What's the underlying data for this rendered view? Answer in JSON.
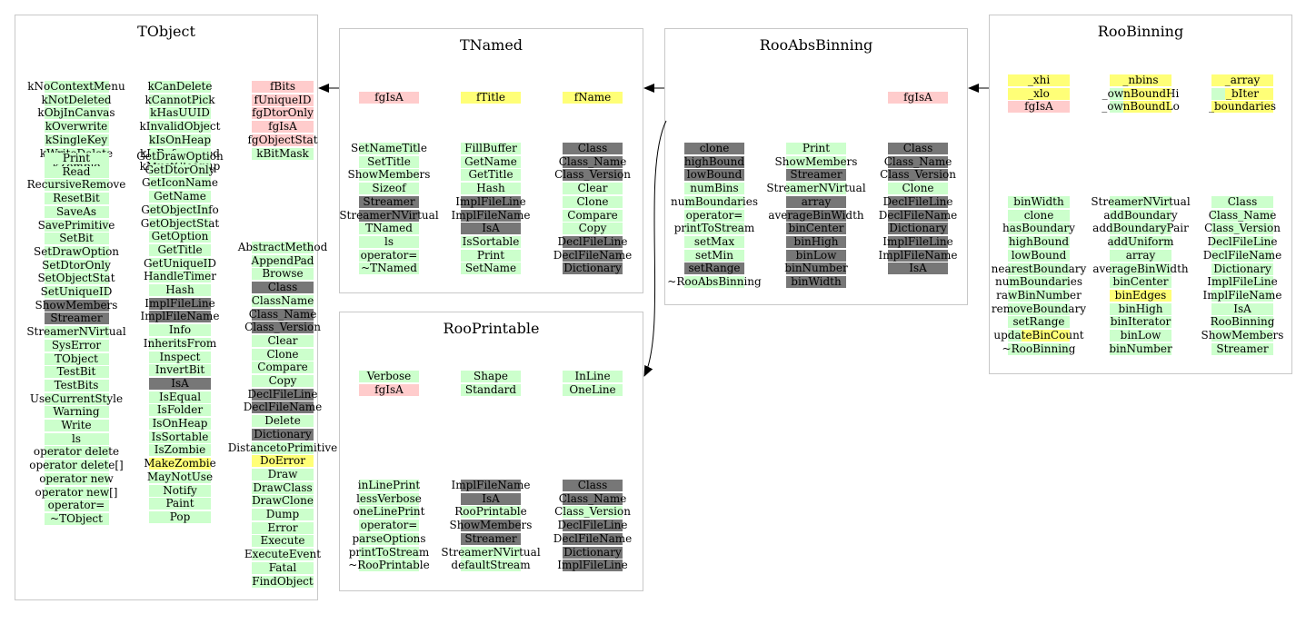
{
  "colors": {
    "green": "#ccffcc",
    "pink": "#ffcccc",
    "yellow": "#ffff77",
    "gray": "#777777",
    "border": "#c8c8c8"
  },
  "boxes": [
    {
      "id": "tobject",
      "title": "TObject",
      "columns": [
        {
          "groups": [
            [
              "kNoContextMenu:g",
              "kNotDeleted:g",
              "kObjInCanvas:g",
              "kOverwrite:g",
              "kSingleKey:g",
              "kWriteDelete:g",
              "kZombie:g"
            ],
            [
              "Print:g",
              "Read:g",
              "RecursiveRemove:g",
              "ResetBit:g",
              "SaveAs:g",
              "SavePrimitive:g",
              "SetBit:g",
              "SetDrawOption:g",
              "SetDtorOnly:g",
              "SetObjectStat:g",
              "SetUniqueID:g",
              "ShowMembers:x",
              "Streamer:x",
              "StreamerNVirtual:g",
              "SysError:g",
              "TObject:g",
              "TestBit:g",
              "TestBits:g",
              "UseCurrentStyle:g",
              "Warning:g",
              "Write:g",
              "ls:g",
              "operator delete:g",
              "operator delete[]:g",
              "operator new:g",
              "operator new[]:g",
              "operator=:g",
              "~TObject:g"
            ]
          ]
        },
        {
          "groups": [
            [
              "kCanDelete:g",
              "kCannotPick:g",
              "kHasUUID:g",
              "kInvalidObject:g",
              "kIsOnHeap:g",
              "kIsReferenced:g",
              "kMustCleanup:g"
            ],
            [
              "GetDrawOption:g",
              "GetDtorOnly:g",
              "GetIconName:g",
              "GetName:g",
              "GetObjectInfo:g",
              "GetObjectStat:g",
              "GetOption:g",
              "GetTitle:g",
              "GetUniqueID:g",
              "HandleTimer:g",
              "Hash:g",
              "ImplFileLine:x",
              "ImplFileName:x",
              "Info:g",
              "InheritsFrom:g",
              "Inspect:g",
              "InvertBit:g",
              "IsA:x",
              "IsEqual:g",
              "IsFolder:g",
              "IsOnHeap:g",
              "IsSortable:g",
              "IsZombie:g",
              "MakeZombie:y",
              "MayNotUse:g",
              "Notify:g",
              "Paint:g",
              "Pop:g"
            ]
          ]
        },
        {
          "groups": [
            [
              "fBits:p",
              "fUniqueID:p",
              "fgDtorOnly:p",
              "fgIsA:p",
              "fgObjectStat:p",
              "kBitMask:g"
            ],
            [
              "AbstractMethod:g",
              "AppendPad:g",
              "Browse:g",
              "Class:x",
              "ClassName:g",
              "Class_Name:x",
              "Class_Version:x",
              "Clear:g",
              "Clone:g",
              "Compare:g",
              "Copy:g",
              "DeclFileLine:x",
              "DeclFileName:x",
              "Delete:g",
              "Dictionary:x",
              "DistancetoPrimitive:g",
              "DoError:y",
              "Draw:g",
              "DrawClass:g",
              "DrawClone:g",
              "Dump:g",
              "Error:g",
              "Execute:g",
              "ExecuteEvent:g",
              "Fatal:g",
              "FindObject:g"
            ]
          ]
        }
      ]
    },
    {
      "id": "tnamed",
      "title": "TNamed",
      "columns": [
        {
          "groups": [
            [
              "fgIsA:p"
            ],
            [
              "SetNameTitle:g",
              "SetTitle:g",
              "ShowMembers:g",
              "Sizeof:g",
              "Streamer:x",
              "StreamerNVirtual:x",
              "TNamed:g",
              "ls:g",
              "operator=:g",
              "~TNamed:g"
            ]
          ]
        },
        {
          "groups": [
            [
              "fTitle:y"
            ],
            [
              "FillBuffer:g",
              "GetName:g",
              "GetTitle:g",
              "Hash:g",
              "ImplFileLine:x",
              "ImplFileName:x",
              "IsA:x",
              "IsSortable:g",
              "Print:g",
              "SetName:g"
            ]
          ]
        },
        {
          "groups": [
            [
              "fName:y"
            ],
            [
              "Class:x",
              "Class_Name:x",
              "Class_Version:x",
              "Clear:g",
              "Clone:g",
              "Compare:g",
              "Copy:g",
              "DeclFileLine:x",
              "DeclFileName:x",
              "Dictionary:x"
            ]
          ]
        }
      ]
    },
    {
      "id": "rooabsbinning",
      "title": "RooAbsBinning",
      "columns": [
        {
          "groups": [
            [],
            [
              "clone:x",
              "highBound:x",
              "lowBound:x",
              "numBins:g",
              "numBoundaries:g",
              "operator=:g",
              "printToStream:g",
              "setMax:g",
              "setMin:g",
              "setRange:x",
              "~RooAbsBinning:g"
            ]
          ]
        },
        {
          "groups": [
            [],
            [
              "Print:g",
              "ShowMembers:g",
              "Streamer:x",
              "StreamerNVirtual:g",
              "array:x",
              "averageBinWidth:x",
              "binCenter:x",
              "binHigh:x",
              "binLow:x",
              "binNumber:x",
              "binWidth:x"
            ]
          ]
        },
        {
          "groups": [
            [
              "fgIsA:p"
            ],
            [
              "Class:x",
              "Class_Name:x",
              "Class_Version:x",
              "Clone:g",
              "DeclFileLine:x",
              "DeclFileName:x",
              "Dictionary:x",
              "ImplFileLine:x",
              "ImplFileName:x",
              "IsA:x"
            ]
          ]
        }
      ]
    },
    {
      "id": "roobinning",
      "title": "RooBinning",
      "columns": [
        {
          "groups": [
            [
              "_xhi:y",
              "_xlo:y",
              "fgIsA:p"
            ],
            [
              "binWidth:g",
              "clone:g",
              "hasBoundary:g",
              "highBound:g",
              "lowBound:g",
              "nearestBoundary:g",
              "numBoundaries:g",
              "rawBinNumber:g",
              "removeBoundary:g",
              "setRange:g",
              "updateBinCount:gy",
              "~RooBinning:g"
            ]
          ]
        },
        {
          "groups": [
            [
              "_nbins:y",
              "_ownBoundHi:gy",
              "_ownBoundLo:gy"
            ],
            [
              "StreamerNVirtual:g",
              "addBoundary:g",
              "addBoundaryPair:g",
              "addUniform:g",
              "array:g",
              "averageBinWidth:g",
              "binCenter:g",
              "binEdges:y",
              "binHigh:g",
              "binIterator:g",
              "binLow:g",
              "binNumber:g"
            ]
          ]
        },
        {
          "groups": [
            [
              "_array:y",
              "_bIter:gy",
              "_boundaries:y"
            ],
            [
              "Class:g",
              "Class_Name:g",
              "Class_Version:g",
              "DeclFileLine:g",
              "DeclFileName:g",
              "Dictionary:g",
              "ImplFileLine:g",
              "ImplFileName:g",
              "IsA:g",
              "RooBinning:g",
              "ShowMembers:g",
              "Streamer:g"
            ]
          ]
        }
      ]
    },
    {
      "id": "rooprintable",
      "title": "RooPrintable",
      "columns": [
        {
          "groups": [
            [
              "Verbose:g",
              "fgIsA:p"
            ],
            [
              "inLinePrint:g",
              "lessVerbose:g",
              "oneLinePrint:g",
              "operator=:g",
              "parseOptions:g",
              "printToStream:g",
              "~RooPrintable:g"
            ]
          ]
        },
        {
          "groups": [
            [
              "Shape:g",
              "Standard:g"
            ],
            [
              "ImplFileName:x",
              "IsA:x",
              "RooPrintable:g",
              "ShowMembers:x",
              "Streamer:x",
              "StreamerNVirtual:g",
              "defaultStream:g"
            ]
          ]
        },
        {
          "groups": [
            [
              "InLine:g",
              "OneLine:g"
            ],
            [
              "Class:x",
              "Class_Name:x",
              "Class_Version:g",
              "DeclFileLine:x",
              "DeclFileName:x",
              "Dictionary:x",
              "ImplFileLine:x"
            ]
          ]
        }
      ]
    }
  ]
}
